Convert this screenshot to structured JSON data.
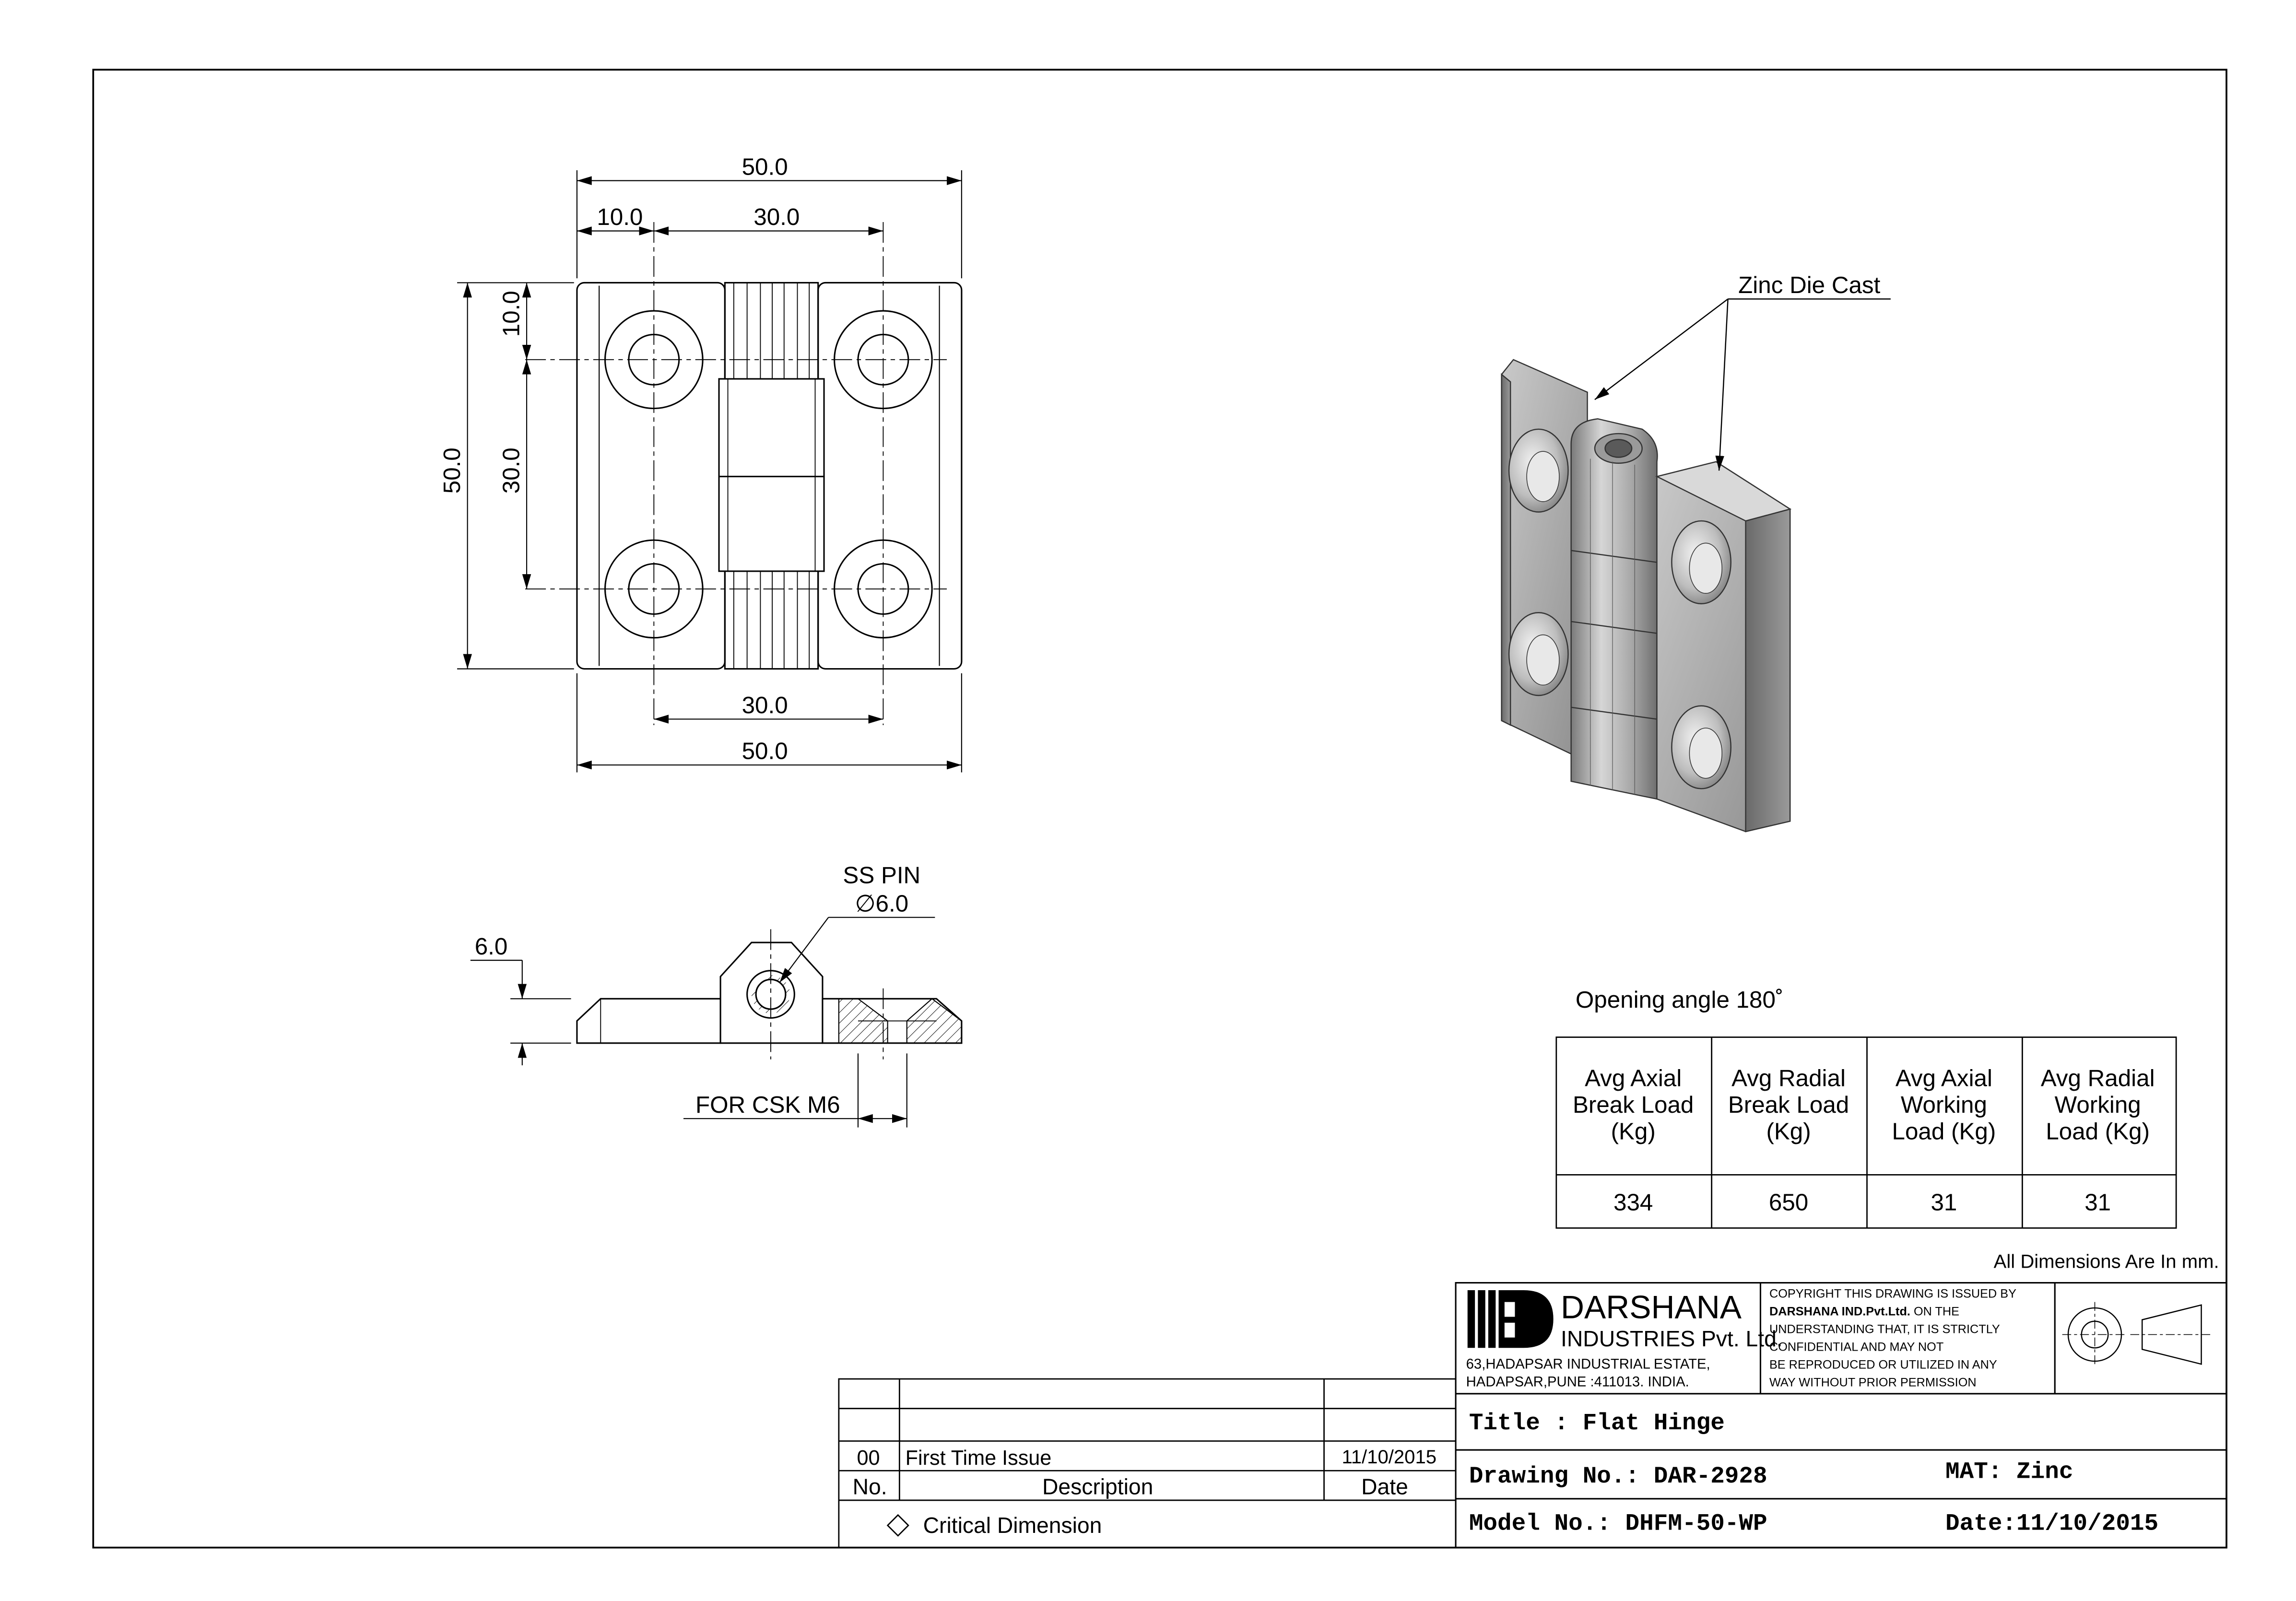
{
  "dimensions": {
    "top_overall": "50.0",
    "top_left_offset": "10.0",
    "top_hole_spacing": "30.0",
    "left_overall": "50.0",
    "left_top_offset": "10.0",
    "left_hole_spacing": "30.0",
    "bottom_hole_spacing": "30.0",
    "bottom_overall": "50.0",
    "side_thickness": "6.0"
  },
  "side_view": {
    "pin_label": "SS PIN",
    "pin_diameter": "∅6.0",
    "csk_label": "FOR CSK M6"
  },
  "iso_view": {
    "material_callout": "Zinc Die Cast"
  },
  "load_table": {
    "opening_angle": "Opening angle 180˚",
    "headers": [
      [
        "Avg Axial",
        "Break Load",
        "(Kg)"
      ],
      [
        "Avg Radial",
        "Break Load",
        "(Kg)"
      ],
      [
        "Avg Axial",
        "Working",
        "Load (Kg)"
      ],
      [
        "Avg Radial",
        "Working",
        "Load (Kg)"
      ]
    ],
    "values": [
      "334",
      "650",
      "31",
      "31"
    ]
  },
  "all_dims_note": "All Dimensions Are In mm.",
  "company": {
    "name": "DARSHANA",
    "subname": "INDUSTRIES Pvt. Ltd.",
    "address_1": "63,HADAPSAR INDUSTRIAL ESTATE,",
    "address_2": "HADAPSAR,PUNE :411013. INDIA.",
    "copyright_1": "COPYRIGHT THIS DRAWING IS ISSUED BY",
    "copyright_2_bold": "DARSHANA IND.Pvt.Ltd.",
    "copyright_2_rest": " ON THE",
    "copyright_3": "UNDERSTANDING THAT, IT IS STRICTLY",
    "copyright_4": "CONFIDENTIAL AND MAY NOT",
    "copyright_5": "BE REPRODUCED OR UTILIZED IN ANY",
    "copyright_6": "WAY WITHOUT PRIOR PERMISSION"
  },
  "title_block": {
    "title": "Title : Flat Hinge",
    "drawing_no": "Drawing No.: DAR-2928",
    "material": "MAT: Zinc",
    "model_no": "Model No.: DHFM-50-WP",
    "date": "Date:11/10/2015"
  },
  "revision": {
    "row_no": "00",
    "row_description": "First Time Issue",
    "row_date": "11/10/2015",
    "header_no": "No.",
    "header_description": "Description",
    "header_date": "Date",
    "critical_note": "Critical Dimension"
  }
}
